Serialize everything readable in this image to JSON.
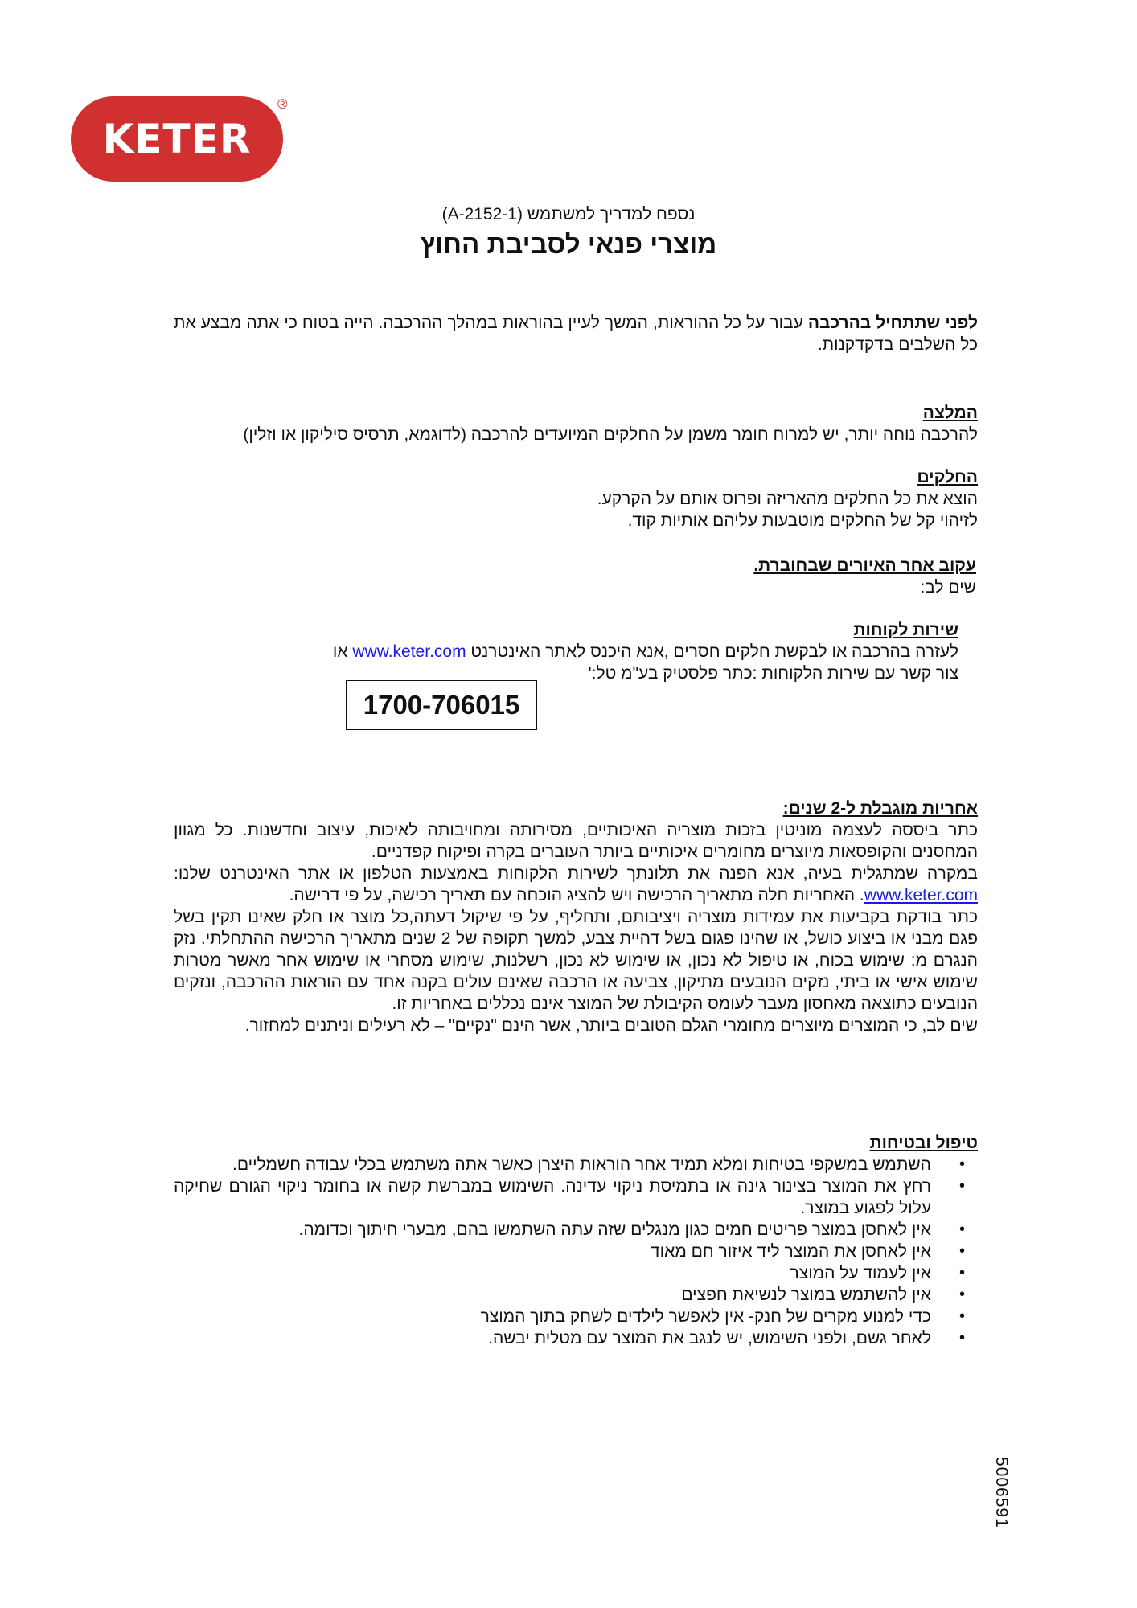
{
  "logo": {
    "text": "KETER",
    "registered": "®",
    "color": "#d0302f"
  },
  "header": {
    "subtitle": "נספח למדריך למשתמש (A-2152-1)",
    "title": "מוצרי פנאי לסביבת החוץ"
  },
  "intro": {
    "bold": "לפני שתתחיל בהרכבה",
    "text": " עבור על כל ההוראות, המשך לעיין בהוראות במהלך ההרכבה. הייה בטוח כי אתה מבצע את כל השלבים בדקדקנות."
  },
  "recommendation": {
    "heading": "המלצה",
    "text": "להרכבה נוחה יותר, יש למרוח חומר משמן על החלקים המיועדים להרכבה (לדוגמא, תרסיס סיליקון או וזלין)"
  },
  "parts": {
    "heading": "החלקים",
    "line1": "הוצא את כל החלקים מהאריזה ופרוס אותם על הקרקע.",
    "line2": "לזיהוי קל של החלקים מוטבעות עליהם אותיות קוד."
  },
  "illustrations": {
    "heading": "עקוב אחר האיורים שבחוברת.",
    "note": "שים לב:"
  },
  "customer_service": {
    "heading": "שירות לקוחות",
    "line1_before": "לעזרה בהרכבה או לבקשת חלקים חסרים ,אנא היכנס לאתר האינטרנט ",
    "link": "www.keter.com",
    "line1_after": " או",
    "line2": "צור קשר עם שירות הלקוחות :כתר פלסטיק בע\"מ טל:'",
    "phone": "1700-706015",
    "link_color": "#1a1ae6"
  },
  "warranty": {
    "heading": "אחריות מוגבלת ל-2  שנים:",
    "p1": "כתר ביססה לעצמה מוניטין בזכות מוצריה האיכותיים, מסירותה ומחויבותה לאיכות, עיצוב וחדשנות. כל מגוון המחסנים והקופסאות מיוצרים מחומרים איכותיים ביותר העוברים בקרה ופיקוח קפדניים.",
    "p2_before": "במקרה שמתגלית בעיה, אנא הפנה את תלונתך לשירות הלקוחות באמצעות הטלפון או אתר האינטרנט שלנו:  ",
    "p2_link": "www.keter.com",
    "p2_after": ". האחריות חלה מתאריך הרכישה ויש להציג הוכחה עם תאריך רכישה, על פי דרישה.",
    "p3": "כתר בודקת בקביעות את עמידות מוצריה ויציבותם, ותחליף, על פי שיקול דעתה,כל מוצר או חלק שאינו תקין בשל פגם מבני או ביצוע כושל, או שהינו פגום בשל דהיית צבע, למשך תקופה של 2 שנים מתאריך הרכישה ההתחלתי. נזק הנגרם מ: שימוש בכוח, או טיפול לא נכון, או שימוש לא נכון, רשלנות, שימוש מסחרי או שימוש אחר מאשר מטרות שימוש אישי או ביתי, נזקים הנובעים מתיקון, צביעה או הרכבה שאינם עולים בקנה אחד עם הוראות ההרכבה, ונזקים הנובעים כתוצאה מאחסון מעבר לעומס הקיבולת של המוצר אינם נכללים באחריות זו.",
    "p4": "שים לב, כי המוצרים מיוצרים מחומרי הגלם הטובים ביותר, אשר הינם \"נקיים\" – לא רעילים וניתנים למחזור."
  },
  "safety": {
    "heading": "טיפול ובטיחות",
    "items": [
      "השתמש במשקפי בטיחות ומלא תמיד אחר הוראות היצרן כאשר אתה משתמש בכלי עבודה חשמליים.",
      "רחץ את המוצר בצינור גינה או בתמיסת ניקוי עדינה. השימוש במברשת קשה או בחומר ניקוי הגורם שחיקה עלול לפגוע במוצר.",
      "אין לאחסן במוצר פריטים חמים כגון מנגלים שזה עתה השתמשו בהם, מבערי חיתוך וכדומה.",
      "אין לאחסן את המוצר ליד איזור חם מאוד",
      "אין לעמוד על המוצר",
      "אין להשתמש במוצר לנשיאת חפצים",
      "כדי למנוע מקרים של חנק- אין לאפשר לילדים לשחק בתוך המוצר",
      "לאחר גשם, ולפני השימוש, יש לנגב את המוצר עם מטלית יבשה."
    ]
  },
  "doc_code": "5006591"
}
